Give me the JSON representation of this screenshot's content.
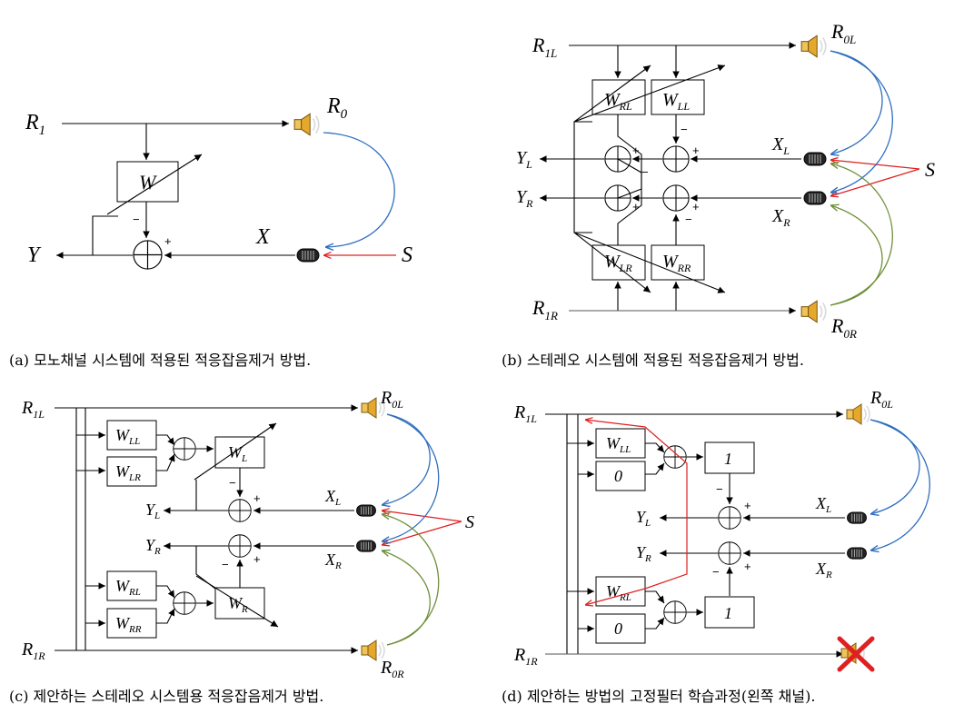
{
  "panel_a": {
    "r1": "R",
    "r1_sub": "1",
    "r0": "R",
    "r0_sub": "0",
    "w": "W",
    "x": "X",
    "y": "Y",
    "s": "S",
    "minus": "−",
    "plus": "+",
    "caption": "(a) 모노채널 시스템에 적용된 적응잡음제거 방법."
  },
  "panel_b": {
    "r1l": "R",
    "r1l_sub": "1L",
    "r1r": "R",
    "r1r_sub": "1R",
    "r0l": "R",
    "r0l_sub": "0L",
    "r0r": "R",
    "r0r_sub": "0R",
    "w": "W",
    "sub_rl": "RL",
    "sub_ll": "LL",
    "sub_lr": "LR",
    "sub_rr": "RR",
    "xl": "X",
    "xl_sub": "L",
    "xr": "X",
    "xr_sub": "R",
    "yl": "Y",
    "yl_sub": "L",
    "yr": "Y",
    "yr_sub": "R",
    "s": "S",
    "minus": "−",
    "plus": "+",
    "caption": "(b) 스테레오 시스템에 적용된 적응잡음제거 방법."
  },
  "panel_c": {
    "r1l": "R",
    "r1l_sub": "1L",
    "r1r": "R",
    "r1r_sub": "1R",
    "r0l": "R",
    "r0l_sub": "0L",
    "r0r": "R",
    "r0r_sub": "0R",
    "w": "W",
    "sub_ll": "LL",
    "sub_lr": "LR",
    "sub_rl": "RL",
    "sub_rr": "RR",
    "sub_l": "L",
    "sub_r": "R",
    "xl": "X",
    "xl_sub": "L",
    "xr": "X",
    "xr_sub": "R",
    "yl": "Y",
    "yl_sub": "L",
    "yr": "Y",
    "yr_sub": "R",
    "s": "S",
    "minus": "−",
    "plus": "+",
    "caption": "(c) 제안하는 스테레오 시스템용 적응잡음제거 방법."
  },
  "panel_d": {
    "r1l": "R",
    "r1l_sub": "1L",
    "r1r": "R",
    "r1r_sub": "1R",
    "r0l": "R",
    "r0l_sub": "0L",
    "w": "W",
    "sub_ll": "LL",
    "sub_rl": "RL",
    "zero": "0",
    "one": "1",
    "xl": "X",
    "xl_sub": "L",
    "xr": "X",
    "xr_sub": "R",
    "yl": "Y",
    "yl_sub": "L",
    "yr": "Y",
    "yr_sub": "R",
    "minus": "−",
    "plus": "+",
    "caption": "(d) 제안하는 방법의 고정필터 학습과정(왼쪽 채널)."
  },
  "colors": {
    "acoustic_left": "#2e6fbf",
    "acoustic_right": "#6f8f3a",
    "noise_path": "#e02020",
    "disabled_mark": "#e02020"
  },
  "icons": [
    "speaker-icon",
    "microphone-icon",
    "summing-junction-icon",
    "disabled-x-icon"
  ]
}
